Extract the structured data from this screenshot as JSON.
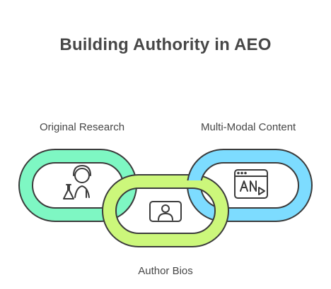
{
  "title": "Building Authority in AEO",
  "links": [
    {
      "label": "Original Research",
      "icon": "scientist-icon",
      "color": "#7ef7c3"
    },
    {
      "label": "Author Bios",
      "icon": "profile-icon",
      "color": "#ccf77b"
    },
    {
      "label": "Multi-Modal Content",
      "icon": "video-ai-icon",
      "color": "#7ddcff"
    }
  ],
  "colors": {
    "outline": "#3b3b3b",
    "text": "#474747"
  }
}
